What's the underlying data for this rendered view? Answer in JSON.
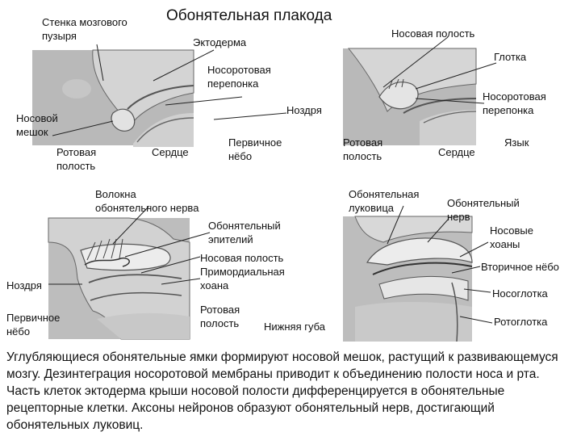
{
  "title": "Обонятельная плакода",
  "labels": {
    "stenka": "Стенка мозгового\nпузыря",
    "ektoderma": "Эктодерма",
    "nosovaya_polost_top": "Носовая полость",
    "glotka": "Глотка",
    "nosorot_perep_1": "Носоротовая\nперепонка",
    "nosorot_perep_2": "Носоротовая\nперепонка",
    "nozdrya_top": "Ноздря",
    "nosovoy_meshok": "Носовой\nмешок",
    "rotovaya_polost_1": "Ротовая\nполость",
    "serdtse_1": "Сердце",
    "pervichnoe_nebo_top": "Первичное\nнёбо",
    "rotovaya_polost_2": "Ротовая\nполость",
    "serdtse_2": "Сердце",
    "yazyk": "Язык",
    "volokna": "Волокна\nобонятельного нерва",
    "obon_epiteliy": "Обонятельный\nэпителий",
    "nosovaya_polost_mid": "Носовая полость",
    "primord_hoana": "Примордиальная\nхоана",
    "rotovaya_polost_3": "Ротовая\nполость",
    "nizhnyaya_guba": "Нижняя губа",
    "nozdrya_bottom": "Ноздря",
    "pervichnoe_nebo_bottom": "Первичное\nнёбо",
    "obon_lukovitsa": "Обонятельная\nлуковица",
    "obon_nerv": "Обонятельный\nнерв",
    "nosovye_hoany": "Носовые\nхоаны",
    "vtorichnoe_nebo": "Вторичное нёбо",
    "nosoglotka": "Носоглотка",
    "rotoglotka": "Ротоглотка"
  },
  "caption": "Углубляющиеся обонятельные ямки формируют носовой мешок, растущий к развивающемуся мозгу. Дезинтеграция носоротовой мембраны приводит к объединению полости носа и рта. Часть клеток эктодерма крыши носовой полости дифференцируется в обонятельные рецепторные клетки. Аксоны нейронов образуют обонятельный нерв, достигающий обонятельных луковиц."
}
